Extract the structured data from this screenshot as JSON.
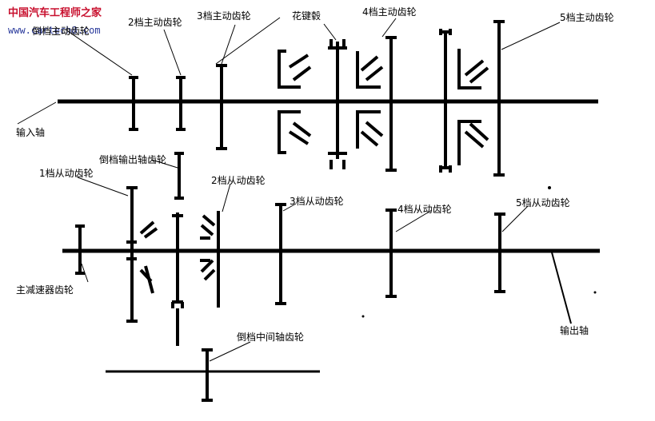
{
  "watermark": {
    "site_name": "中国汽车工程师之家",
    "site_url": "www.cartech8.com"
  },
  "labels": {
    "reverse_drive_gear": "倒档主动齿轮",
    "gear2_drive": "2档主动齿轮",
    "gear3_drive": "3档主动齿轮",
    "spline_hub": "花键毂",
    "gear4_drive": "4档主动齿轮",
    "gear5_drive": "5档主动齿轮",
    "input_shaft": "输入轴",
    "reverse_output_gear": "倒档输出轴齿轮",
    "gear1_driven": "1档从动齿轮",
    "gear2_driven": "2档从动齿轮",
    "gear3_driven": "3档从动齿轮",
    "gear4_driven": "4档从动齿轮",
    "gear5_driven": "5档从动齿轮",
    "final_drive_gear": "主减速器齿轮",
    "output_shaft": "输出轴",
    "reverse_idler_gear": "倒档中间轴齿轮"
  },
  "colors": {
    "line": "#000000",
    "background": "#ffffff",
    "watermark_red": "#c8102e",
    "watermark_blue": "#2a3a9c"
  }
}
